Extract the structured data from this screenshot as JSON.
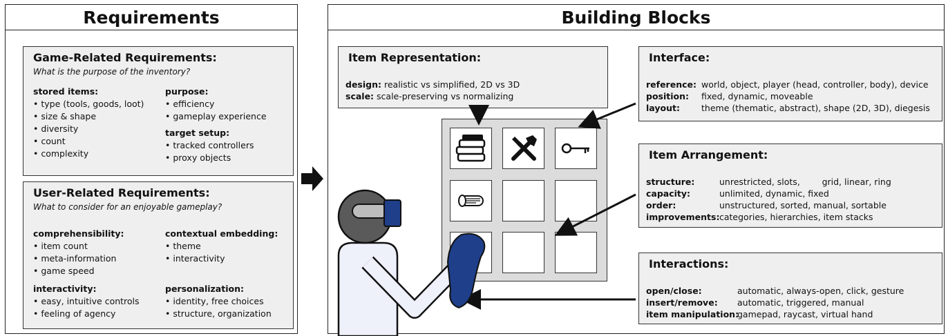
{
  "requirements": {
    "title": "Requirements",
    "game": {
      "title": "Game-Related Requirements:",
      "subtitle": "What is the purpose of the inventory?",
      "stored_items": {
        "heading": "stored items:",
        "items": [
          "type (tools, goods, loot)",
          "size & shape",
          "diversity",
          "count",
          "complexity"
        ]
      },
      "purpose": {
        "heading": "purpose:",
        "items": [
          "efficiency",
          "gameplay experience"
        ]
      },
      "target_setup": {
        "heading": "target setup:",
        "items": [
          "tracked controllers",
          "proxy objects"
        ]
      }
    },
    "user": {
      "title": "User-Related Requirements:",
      "subtitle": "What to consider for an enjoyable gameplay?",
      "comprehensibility": {
        "heading": "comprehensibility:",
        "items": [
          "item count",
          "meta-information",
          "game speed"
        ]
      },
      "contextual": {
        "heading": "contextual embedding:",
        "items": [
          "theme",
          "interactivity"
        ]
      },
      "interactivity": {
        "heading": "interactivity:",
        "items": [
          "easy, intuitive controls",
          "feeling of agency"
        ]
      },
      "personalization": {
        "heading": "personalization:",
        "items": [
          "identity, free choices",
          "structure, organization"
        ]
      }
    }
  },
  "building_blocks": {
    "title": "Building Blocks",
    "item_representation": {
      "title": "Item Representation:",
      "rows": [
        {
          "k": "design:",
          "v": "realistic vs simplified, 2D vs 3D"
        },
        {
          "k": "scale:",
          "v": "scale-preserving vs normalizing"
        }
      ]
    },
    "interface": {
      "title": "Interface:",
      "rows": [
        {
          "k": "reference:",
          "v": "world, object, player (head, controller, body), device"
        },
        {
          "k": "position:",
          "v": "fixed, dynamic, moveable"
        },
        {
          "k": "layout:",
          "v": "theme (thematic, abstract), shape (2D, 3D), diegesis"
        }
      ]
    },
    "item_arrangement": {
      "title": "Item Arrangement:",
      "rows": [
        {
          "k": "structure:",
          "v": "unrestricted, slots,        grid, linear, ring"
        },
        {
          "k": "capacity:",
          "v": "unlimited, dynamic, fixed"
        },
        {
          "k": "order:",
          "v": "unstructured, sorted, manual, sortable"
        },
        {
          "k": "improvements:",
          "v": "categories, hierarchies, item stacks"
        }
      ]
    },
    "interactions": {
      "title": "Interactions:",
      "rows": [
        {
          "k": "open/close:",
          "v": "automatic, always-open, click, gesture"
        },
        {
          "k": "insert/remove:",
          "v": "automatic, triggered, manual"
        },
        {
          "k": "item manipulation:",
          "v": "gamepad, raycast, virtual hand"
        }
      ]
    }
  },
  "icons": [
    "books-icon",
    "tools-icon",
    "key-icon",
    "scroll-icon"
  ],
  "colors": {
    "panel_bg": "#efefef",
    "grid_bg": "#dcdcdc",
    "glove": "#1f3f8a",
    "headset": "#5a5a5a"
  }
}
